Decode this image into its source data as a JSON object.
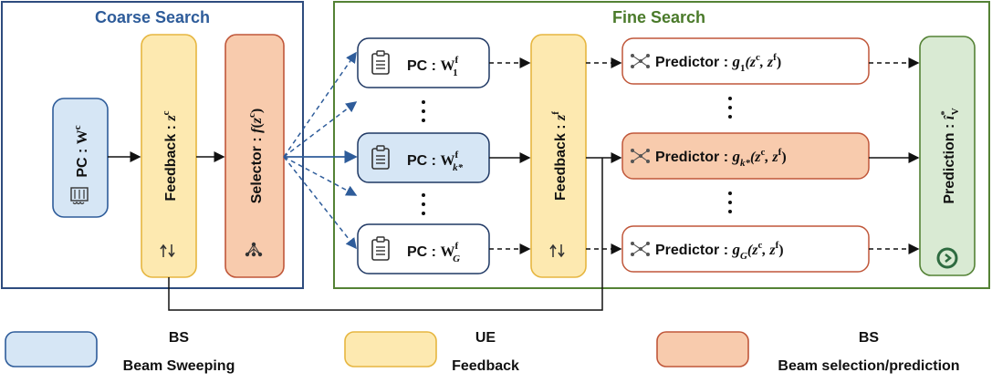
{
  "coarse": {
    "title": "Coarse Search"
  },
  "fine": {
    "title": "Fine Search"
  },
  "blocks": {
    "pc_coarse": {
      "label": "PC : ",
      "sym": "W",
      "sup": "c"
    },
    "feedback_coarse": {
      "label": "Feedback : ",
      "sym": "z",
      "sup": "c"
    },
    "selector": {
      "label": "Selector : ",
      "sym": "f",
      "arg_open": "(",
      "arg_sym": "z",
      "arg_sup": "c",
      "arg_close": ")"
    },
    "pc_fine": [
      {
        "label": "PC : ",
        "sym": "W",
        "sup": "f",
        "sub": "1"
      },
      {
        "label": "PC : ",
        "sym": "W",
        "sup": "f",
        "sub": "k*"
      },
      {
        "label": "PC : ",
        "sym": "W",
        "sup": "f",
        "sub": "G"
      }
    ],
    "feedback_fine": {
      "label": "Feedback : ",
      "sym": "z",
      "sup": "f"
    },
    "predictors": [
      {
        "label": "Predictor : ",
        "sym": "g",
        "sub": "1",
        "args": "(z",
        "args_sup1": "c",
        "args_mid": ", z",
        "args_sup2": "f",
        "args_close": ")"
      },
      {
        "label": "Predictor : ",
        "sym": "g",
        "sub": "k*",
        "args": "(z",
        "args_sup1": "c",
        "args_mid": ", z",
        "args_sup2": "f",
        "args_close": ")"
      },
      {
        "label": "Predictor : ",
        "sym": "g",
        "sub": "G",
        "args": "(z",
        "args_sup1": "c",
        "args_mid": ", z",
        "args_sup2": "f",
        "args_close": ")"
      }
    ],
    "prediction": {
      "label": "Prediction : ",
      "sym": "î",
      "sup": "*",
      "sub": "V"
    }
  },
  "legend": [
    {
      "line1": "BS",
      "line2": "Beam Sweeping",
      "color": "#d6e6f5",
      "border": "#2e5c9a"
    },
    {
      "line1": "UE",
      "line2": "Feedback",
      "color": "#fde9b0",
      "border": "#e6b640"
    },
    {
      "line1": "BS",
      "line2": "Beam selection/prediction",
      "color": "#f8cbad",
      "border": "#c0573a"
    }
  ],
  "colors": {
    "blue_fill": "#d6e6f5",
    "blue_border": "#2e5c9a",
    "yellow_fill": "#fde9b0",
    "yellow_border": "#e6b640",
    "orange_fill": "#f8cbad",
    "orange_border": "#c0573a",
    "green_fill": "#d9ead3",
    "green_border": "#548235",
    "fine_border": "#548235",
    "coarse_border": "#2e4c7e"
  },
  "icons": [
    "antenna-array-icon",
    "clipboard-icon",
    "sync-icon",
    "neural-net-icon",
    "play-circle-icon"
  ]
}
